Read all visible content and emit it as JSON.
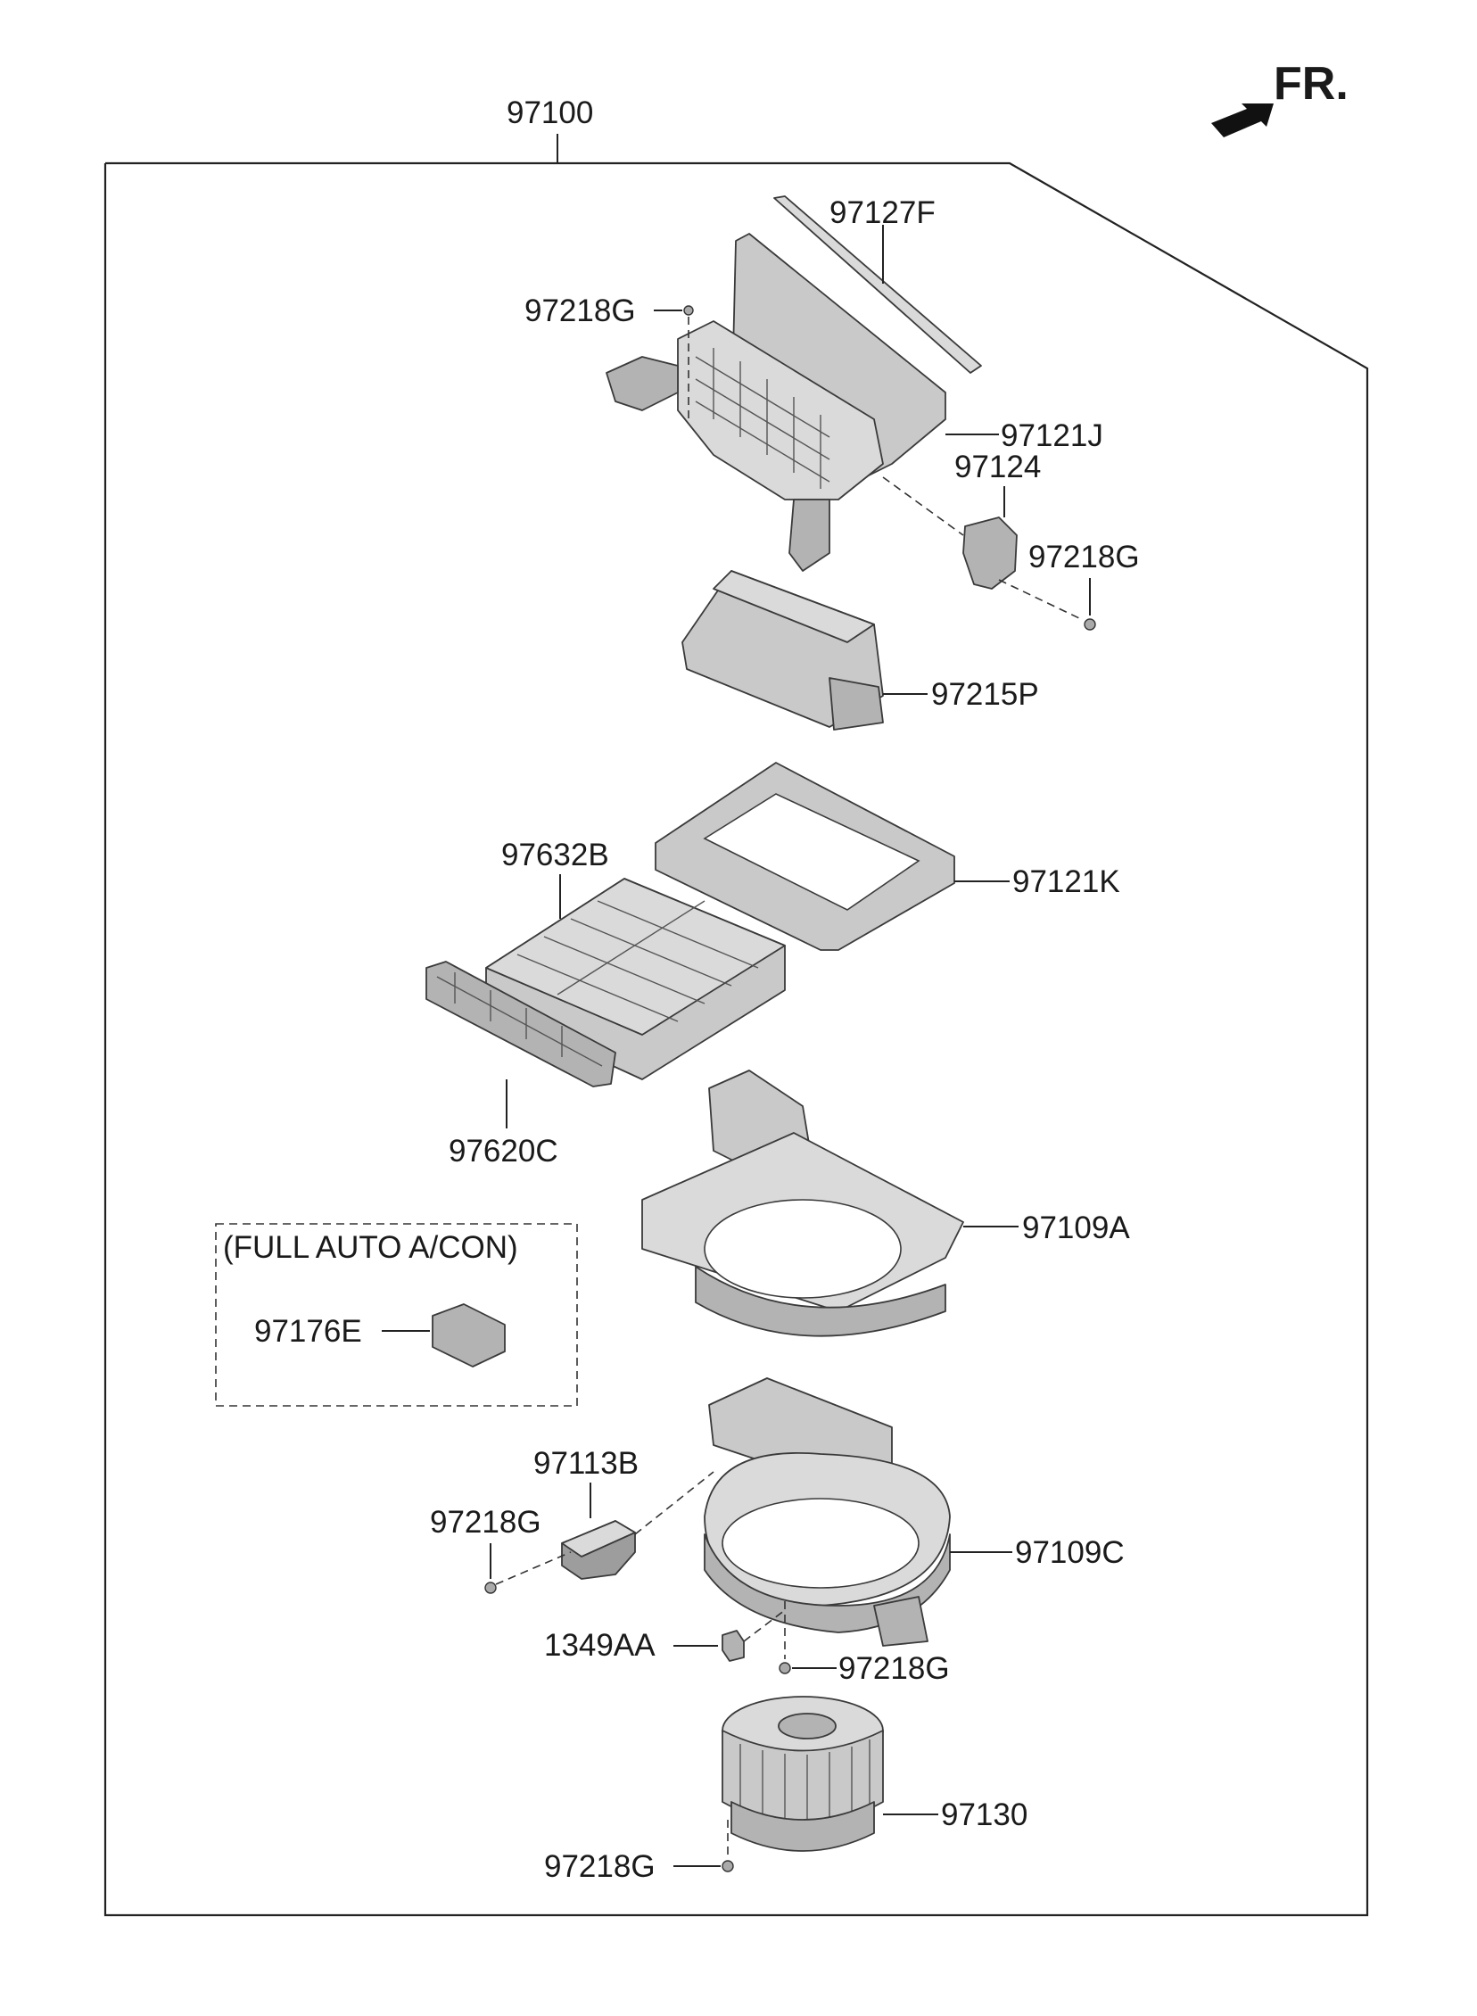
{
  "diagram": {
    "assembly_number": "97100",
    "direction_indicator": {
      "text": "FR.",
      "icon": "arrow-front-icon"
    },
    "option_box": {
      "caption": "(FULL AUTO A/CON)"
    },
    "callouts": {
      "c97127F": "97127F",
      "c97218G_top": "97218G",
      "c97121J": "97121J",
      "c97124": "97124",
      "c97218G_right": "97218G",
      "c97215P": "97215P",
      "c97632B": "97632B",
      "c97121K": "97121K",
      "c97620C": "97620C",
      "c97109A": "97109A",
      "c97176E": "97176E",
      "c97113B": "97113B",
      "c97218G_left": "97218G",
      "c97109C": "97109C",
      "c1349AA": "1349AA",
      "c97218G_mid": "97218G",
      "c97130": "97130",
      "c97218G_bottom": "97218G"
    },
    "colors": {
      "line": "#222222",
      "part_fill_light": "#dadada",
      "part_fill_mid": "#c9c9c9",
      "part_fill_dark": "#9d9d9d"
    }
  }
}
